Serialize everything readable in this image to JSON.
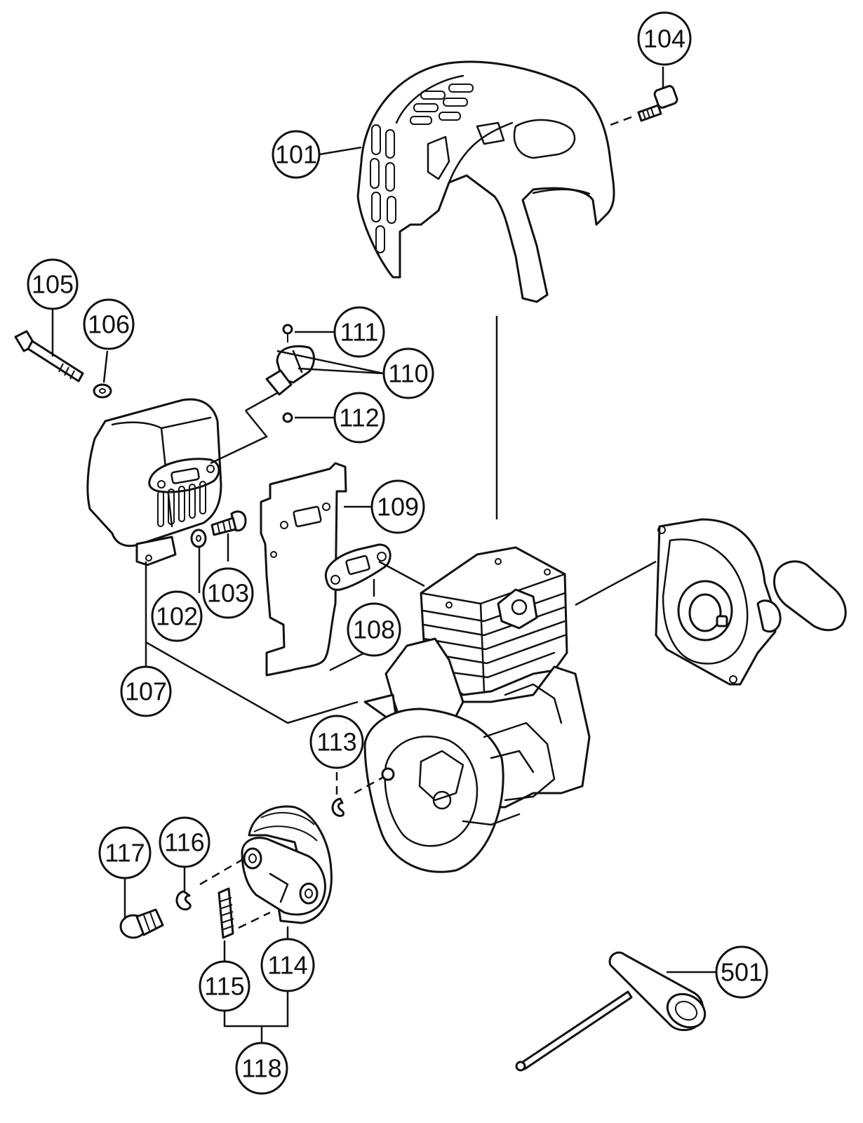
{
  "callouts": {
    "c101": "101",
    "c102": "102",
    "c103": "103",
    "c104": "104",
    "c105": "105",
    "c106": "106",
    "c107": "107",
    "c108": "108",
    "c109": "109",
    "c110": "110",
    "c111": "111",
    "c112": "112",
    "c113": "113",
    "c114": "114",
    "c115": "115",
    "c116": "116",
    "c117": "117",
    "c118": "118",
    "c501": "501"
  }
}
